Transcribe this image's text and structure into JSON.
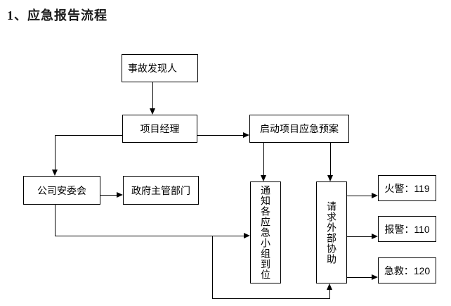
{
  "title": "1、应急报告流程",
  "colors": {
    "background": "#ffffff",
    "line": "#000000",
    "box_border": "#000000",
    "box_fill": "#ffffff",
    "text": "#000000"
  },
  "flowchart": {
    "nodes": [
      {
        "id": "accident-discoverer",
        "label": "事故发现人",
        "orientation": "horizontal"
      },
      {
        "id": "project-manager",
        "label": "项目经理",
        "orientation": "horizontal"
      },
      {
        "id": "activate-emergency-plan",
        "label": "启动项目应急预案",
        "orientation": "horizontal"
      },
      {
        "id": "company-safety-committee",
        "label": "公司安委会",
        "orientation": "horizontal"
      },
      {
        "id": "government-department",
        "label": "政府主管部门",
        "orientation": "horizontal"
      },
      {
        "id": "notify-emergency-teams",
        "label": "通知各应急小组到位",
        "orientation": "vertical"
      },
      {
        "id": "request-external-help",
        "label": "请求外部协助",
        "orientation": "vertical"
      },
      {
        "id": "fire-alarm",
        "label": "火警：119",
        "orientation": "horizontal"
      },
      {
        "id": "police-alarm",
        "label": "报警：110",
        "orientation": "horizontal"
      },
      {
        "id": "first-aid",
        "label": "急救：120",
        "orientation": "horizontal"
      }
    ],
    "edges": [
      {
        "from": "accident-discoverer",
        "to": "project-manager"
      },
      {
        "from": "project-manager",
        "to": "activate-emergency-plan"
      },
      {
        "from": "project-manager",
        "to": "company-safety-committee"
      },
      {
        "from": "company-safety-committee",
        "to": "government-department"
      },
      {
        "from": "activate-emergency-plan",
        "to": "notify-emergency-teams"
      },
      {
        "from": "activate-emergency-plan",
        "to": "request-external-help"
      },
      {
        "from": "company-safety-committee",
        "to": "notify-emergency-teams"
      },
      {
        "from": "company-safety-committee",
        "to": "request-external-help"
      },
      {
        "from": "request-external-help",
        "to": "fire-alarm"
      },
      {
        "from": "request-external-help",
        "to": "police-alarm"
      },
      {
        "from": "request-external-help",
        "to": "first-aid"
      }
    ]
  }
}
